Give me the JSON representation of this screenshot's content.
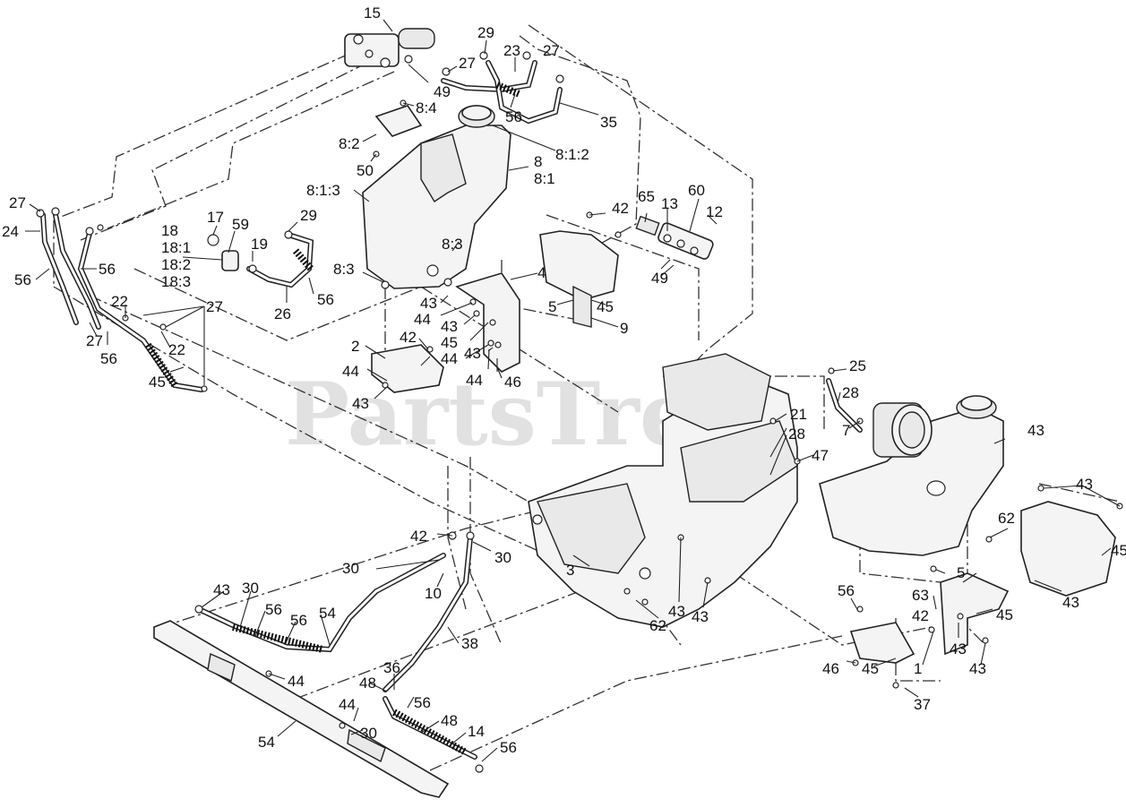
{
  "watermark": "PartsTree",
  "callouts": [
    {
      "id": "c1",
      "text": "15"
    },
    {
      "id": "c2",
      "text": "29"
    },
    {
      "id": "c3",
      "text": "23"
    },
    {
      "id": "c4",
      "text": "27"
    },
    {
      "id": "c5",
      "text": "27"
    },
    {
      "id": "c6",
      "text": "49"
    },
    {
      "id": "c7",
      "text": "8:4"
    },
    {
      "id": "c8",
      "text": "56"
    },
    {
      "id": "c9",
      "text": "35"
    },
    {
      "id": "c10",
      "text": "8:2"
    },
    {
      "id": "c11",
      "text": "8:1:2"
    },
    {
      "id": "c12",
      "text": "50"
    },
    {
      "id": "c13",
      "text": "8"
    },
    {
      "id": "c14",
      "text": "8:1"
    },
    {
      "id": "c15",
      "text": "8:1:3"
    },
    {
      "id": "c16",
      "text": "42"
    },
    {
      "id": "c17",
      "text": "65"
    },
    {
      "id": "c18",
      "text": "13"
    },
    {
      "id": "c19",
      "text": "60"
    },
    {
      "id": "c20",
      "text": "12"
    },
    {
      "id": "c21",
      "text": "27"
    },
    {
      "id": "c22",
      "text": "24"
    },
    {
      "id": "c23",
      "text": "17"
    },
    {
      "id": "c24",
      "text": "59"
    },
    {
      "id": "c25",
      "text": "18"
    },
    {
      "id": "c26",
      "text": "18:1"
    },
    {
      "id": "c27",
      "text": "18:2"
    },
    {
      "id": "c28",
      "text": "18:3"
    },
    {
      "id": "c29",
      "text": "19"
    },
    {
      "id": "c30",
      "text": "29"
    },
    {
      "id": "c31",
      "text": "56"
    },
    {
      "id": "c32",
      "text": "56"
    },
    {
      "id": "c33",
      "text": "8:3"
    },
    {
      "id": "c34",
      "text": "8:3"
    },
    {
      "id": "c35",
      "text": "4"
    },
    {
      "id": "c36",
      "text": "49"
    },
    {
      "id": "c37",
      "text": "26"
    },
    {
      "id": "c38",
      "text": "56"
    },
    {
      "id": "c39",
      "text": "22"
    },
    {
      "id": "c40",
      "text": "27"
    },
    {
      "id": "c41",
      "text": "43"
    },
    {
      "id": "c42",
      "text": "5"
    },
    {
      "id": "c43",
      "text": "45"
    },
    {
      "id": "c44",
      "text": "44"
    },
    {
      "id": "c45",
      "text": "43"
    },
    {
      "id": "c46",
      "text": "9"
    },
    {
      "id": "c47",
      "text": "27"
    },
    {
      "id": "c48",
      "text": "42"
    },
    {
      "id": "c49",
      "text": "45"
    },
    {
      "id": "c50",
      "text": "56"
    },
    {
      "id": "c51",
      "text": "2"
    },
    {
      "id": "c52",
      "text": "22"
    },
    {
      "id": "c53",
      "text": "44"
    },
    {
      "id": "c54",
      "text": "43"
    },
    {
      "id": "c55",
      "text": "44"
    },
    {
      "id": "c56",
      "text": "44"
    },
    {
      "id": "c57",
      "text": "46"
    },
    {
      "id": "c58",
      "text": "43"
    },
    {
      "id": "c59",
      "text": "45"
    },
    {
      "id": "c60",
      "text": "25"
    },
    {
      "id": "c61",
      "text": "28"
    },
    {
      "id": "c62",
      "text": "21"
    },
    {
      "id": "c63",
      "text": "43"
    },
    {
      "id": "c64",
      "text": "7"
    },
    {
      "id": "c65",
      "text": "28"
    },
    {
      "id": "c66",
      "text": "47"
    },
    {
      "id": "c67",
      "text": "43"
    },
    {
      "id": "c68",
      "text": "42"
    },
    {
      "id": "c69",
      "text": "30"
    },
    {
      "id": "c70",
      "text": "30"
    },
    {
      "id": "c71",
      "text": "62"
    },
    {
      "id": "c72",
      "text": "45"
    },
    {
      "id": "c73",
      "text": "5"
    },
    {
      "id": "c74",
      "text": "3"
    },
    {
      "id": "c75",
      "text": "63"
    },
    {
      "id": "c76",
      "text": "43"
    },
    {
      "id": "c77",
      "text": "10"
    },
    {
      "id": "c78",
      "text": "56"
    },
    {
      "id": "c79",
      "text": "42"
    },
    {
      "id": "c80",
      "text": "45"
    },
    {
      "id": "c81",
      "text": "43"
    },
    {
      "id": "c82",
      "text": "30"
    },
    {
      "id": "c83",
      "text": "56"
    },
    {
      "id": "c84",
      "text": "54"
    },
    {
      "id": "c85",
      "text": "56"
    },
    {
      "id": "c86",
      "text": "38"
    },
    {
      "id": "c87",
      "text": "62"
    },
    {
      "id": "c88",
      "text": "43"
    },
    {
      "id": "c89",
      "text": "43"
    },
    {
      "id": "c90",
      "text": "43"
    },
    {
      "id": "c91",
      "text": "46"
    },
    {
      "id": "c92",
      "text": "45"
    },
    {
      "id": "c93",
      "text": "1"
    },
    {
      "id": "c94",
      "text": "43"
    },
    {
      "id": "c95",
      "text": "44"
    },
    {
      "id": "c96",
      "text": "48"
    },
    {
      "id": "c97",
      "text": "36"
    },
    {
      "id": "c98",
      "text": "56"
    },
    {
      "id": "c99",
      "text": "37"
    },
    {
      "id": "c100",
      "text": "44"
    },
    {
      "id": "c101",
      "text": "30"
    },
    {
      "id": "c102",
      "text": "48"
    },
    {
      "id": "c103",
      "text": "54"
    },
    {
      "id": "c104",
      "text": "14"
    },
    {
      "id": "c105",
      "text": "56"
    },
    {
      "id": "c106",
      "text": "30"
    }
  ]
}
